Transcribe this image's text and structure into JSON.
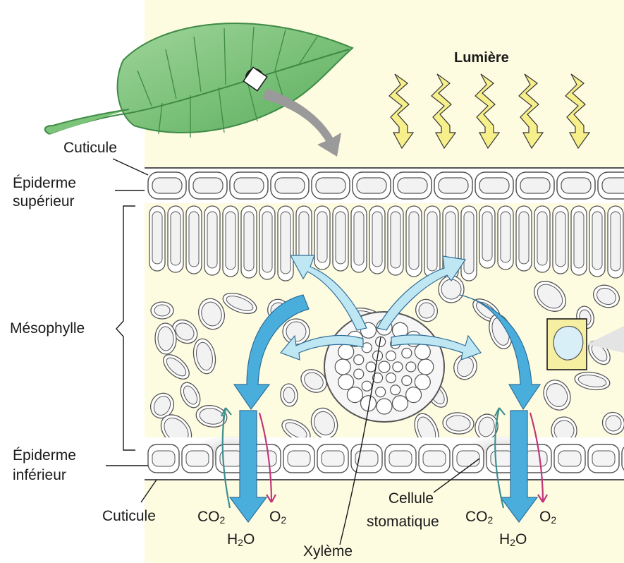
{
  "labels": {
    "light": "Lumière",
    "cuticle_top": "Cuticule",
    "upper_epidermis_l1": "Épiderme",
    "upper_epidermis_l2": "supérieur",
    "mesophyll": "Mésophylle",
    "lower_epidermis_l1": "Épiderme",
    "lower_epidermis_l2": "inférieur",
    "cuticle_bottom": "Cuticule",
    "guard_cell_l1": "Cellule",
    "guard_cell_l2": "stomatique",
    "xylem": "Xylème"
  },
  "gases": {
    "co2_base": "CO",
    "co2_sub": "2",
    "o2_base": "O",
    "o2_sub": "2",
    "h2o_base": "H",
    "h2o_sub": "2",
    "h2o_tail": "O"
  },
  "colors": {
    "leaf": "#7cc47a",
    "leaf_dark": "#3f8a45",
    "panel": "#fdfbe0",
    "tissue_fill": "#f2f2f2",
    "tissue_stroke": "#555555",
    "flow_arrow": "#4aaedc",
    "flow_arrow_light": "#bfe6f3",
    "co2_arrow": "#3f8f8f",
    "o2_arrow": "#c2357a",
    "light_bolt": "#f7ef8a",
    "pointer_arrow": "#9a9a9a"
  }
}
